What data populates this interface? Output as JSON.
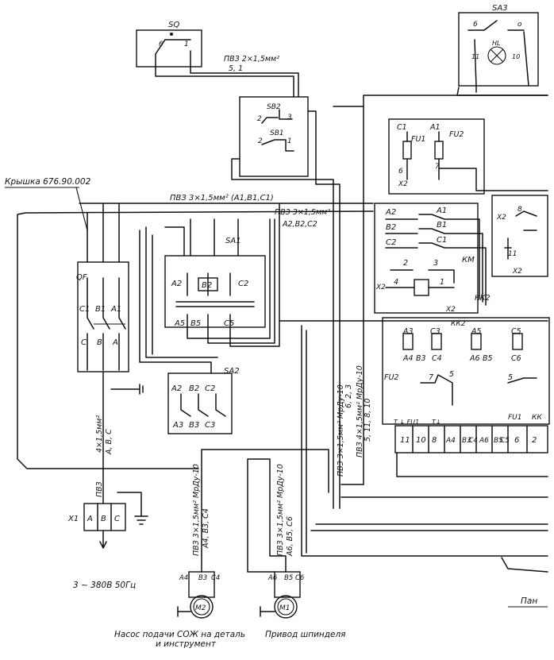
{
  "labels": {
    "sq": "SQ",
    "sq_c6": "6",
    "sq_c1": "1",
    "sq_cable": "ПВЗ 2×1,5мм²",
    "sq_cable_w": "5, 1",
    "sa3": "SA3",
    "sa3_c6": "6",
    "sa3_c0": "о",
    "sa3_11": "11",
    "sa3_hl": "HL",
    "sa3_10": "10",
    "sb2": "SB2",
    "sb2_2": "2",
    "sb2_3": "3",
    "sb1": "SB1",
    "sb1_2": "2",
    "sb1_1": "1",
    "c1": "C1",
    "a1": "A1",
    "fu1": "FU1",
    "fu2": "FU2",
    "t6": "6",
    "t7": "7",
    "x2a": "X2",
    "kryshka": "Крышка 676.90.002",
    "cable_top": "ПВЗ   3×1,5мм²  (А1,В1,С1)",
    "cable_mid": "ПВЗ  3×1,5мм²",
    "cable_mid_w": "А2,В2,С2",
    "km_a2": "А2",
    "km_a1": "А1",
    "km_b2": "В2",
    "km_b1": "В1",
    "km_c2": "С2",
    "km_c1": "С1",
    "km_2": "2",
    "km_3": "3",
    "km_4": "4",
    "km_1": "1",
    "km_x2": "X2",
    "km_x2b": "X2",
    "km": "КМ",
    "kk2": "КК2",
    "x2b": "X2",
    "r8": "8",
    "r11": "11",
    "x2c": "X2",
    "sa1": "SA1",
    "sa1_a2": "А2",
    "sa1_b2": "В2",
    "sa1_c2": "С2",
    "sa1_a5": "А5",
    "sa1_b5": "В5",
    "sa1_c5": "С5",
    "qf": "QF",
    "qf_c1": "С1",
    "qf_b1": "В1",
    "qf_a1": "А1",
    "qf_c": "С",
    "qf_b": "В",
    "qf_a": "А",
    "sa2": "SA2",
    "sa2_a2": "А2",
    "sa2_b2": "В2",
    "sa2_c2": "С2",
    "sa2_a3": "А3",
    "sa2_b3": "В3",
    "sa2_c3": "С3",
    "kk2b": "КК2",
    "kk_a3": "А3",
    "kk_c3": "С3",
    "kk_a5": "А5",
    "kk_c5": "С5",
    "kk_a4": "А4",
    "kk_b3": "В3",
    "kk_c4": "С4",
    "kk_a6": "А6",
    "kk_b5": "В5",
    "kk_c6": "С6",
    "fu2b": "FU2",
    "n7": "7",
    "n5": "5",
    "n5b": "5",
    "fu1b": "FU1",
    "kk": "КК",
    "tfu1": "T ↓ FU1",
    "tmark": "T↓",
    "tb_11": "11",
    "tb_10": "10",
    "tb_8": "8",
    "tb_a4": "А4",
    "tb_b3": "В3",
    "tb_c4": "С4",
    "tb_a6": "А6",
    "tb_b5": "В5",
    "tb_c5": "С5",
    "tb_6": "6",
    "tb_2": "2",
    "cable_main": "4×1,5мм²",
    "cable_main_w": "А, В, С",
    "cable_main_p": "ПВЗ",
    "cable_v1": "ПВЗ 3×1,5мм² МрДу-10",
    "cable_v1_w": "6, 2, 3",
    "cable_v2": "ПВЗ  4×1,5мм² МрДу-10",
    "cable_v2_w": "5, 11, 8, 10",
    "x1": "X1",
    "x1_a": "А",
    "x1_b": "В",
    "x1_c": "С",
    "supply": "3 ~ 380В 50Гц",
    "m2_cable": "ПВЗ 3×1,5мм² МрДу-10",
    "m2_cable_w": "А4, В3, С4",
    "m1_cable": "ПВЗ 3×1,5мм²  МрДу-10",
    "m1_cable_w": "А6, В5, С6",
    "m2_a4": "А4",
    "m2_b3": "В3",
    "m2_c4": "С4",
    "m1_a6": "А6",
    "m1_b5": "В5",
    "m1_c6": "С6",
    "m2": "M2",
    "m1": "M1",
    "m2_caption_1": "Насос подачи СОЖ на деталь",
    "m2_caption_2": "и инструмент",
    "m1_caption": "Привод шпинделя",
    "panel": "Пан"
  }
}
